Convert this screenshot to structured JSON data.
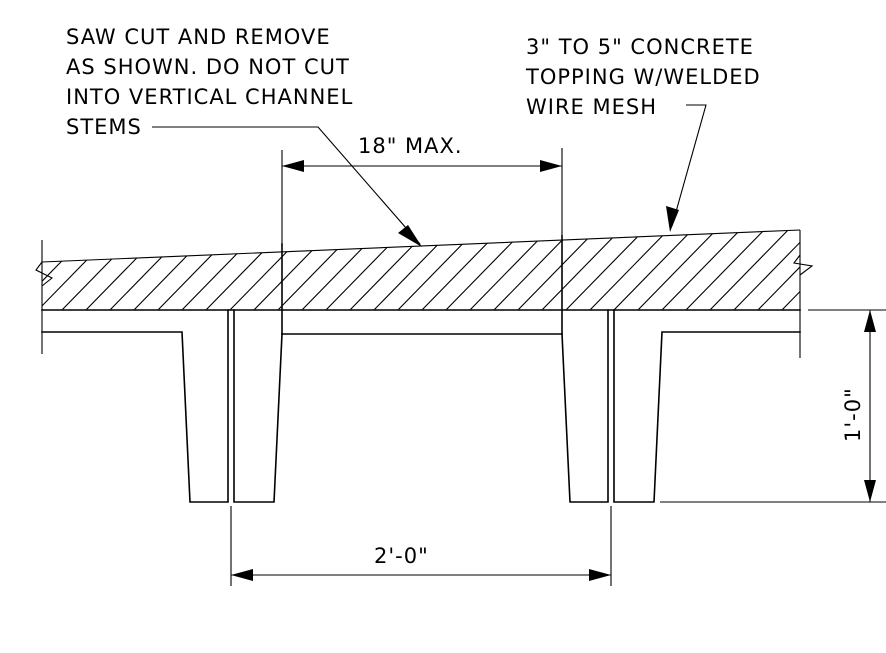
{
  "notes": {
    "saw_cut": [
      "SAW CUT AND REMOVE",
      "AS SHOWN. DO NOT CUT",
      "INTO VERTICAL CHANNEL",
      "STEMS"
    ],
    "topping": [
      "3\" TO 5\" CONCRETE",
      "TOPPING W/WELDED",
      "WIRE MESH"
    ]
  },
  "dimensions": {
    "cut_width": "18\" MAX.",
    "stem_spacing": "2'-0\"",
    "depth": "1'-0\""
  },
  "colors": {
    "line": "#000000",
    "background": "#ffffff"
  }
}
